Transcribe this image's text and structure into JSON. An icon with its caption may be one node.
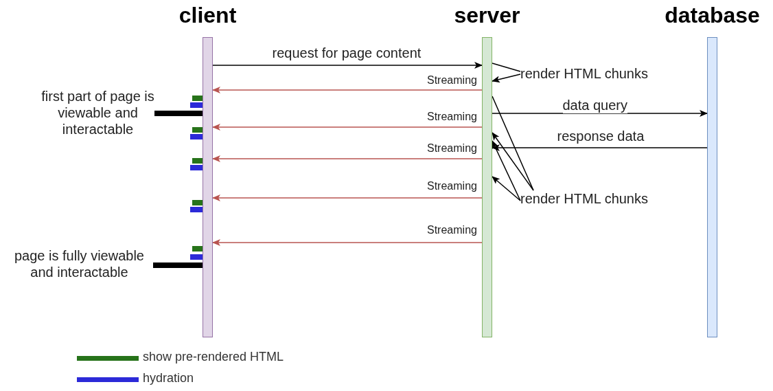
{
  "diagram": {
    "nodes": [
      {
        "text": [
          "client"
        ]
      },
      {
        "text": [
          "server"
        ]
      },
      {
        "text": [
          "database"
        ]
      },
      {
        "text": [
          "render HTML chunks"
        ]
      },
      {
        "text": [
          "render HTML chunks"
        ]
      },
      {
        "text": [
          "first part of page is viewable and interactable"
        ]
      },
      {
        "text": [
          "page is fully viewable and interactable"
        ]
      }
    ],
    "edges": [
      {
        "from": 0,
        "to": 1,
        "arrow": "to",
        "label": "request for page content"
      },
      {
        "from": 1,
        "to": 0,
        "arrow": "to",
        "label": "Streaming",
        "color": "#b85450"
      },
      {
        "from": 1,
        "to": 3,
        "arrow": "none"
      },
      {
        "from": 3,
        "to": 1,
        "arrow": "to"
      },
      {
        "from": 1,
        "to": 2,
        "arrow": "to",
        "label": "data query"
      },
      {
        "from": 1,
        "to": 0,
        "arrow": "to",
        "label": "Streaming",
        "color": "#b85450"
      },
      {
        "from": 2,
        "to": 1,
        "arrow": "to",
        "label": "response data"
      },
      {
        "from": 1,
        "to": 0,
        "arrow": "to",
        "label": "Streaming",
        "color": "#b85450"
      },
      {
        "from": 1,
        "to": 4,
        "arrow": "none"
      },
      {
        "from": 4,
        "to": 1,
        "arrow": "to"
      },
      {
        "from": 4,
        "to": 1,
        "arrow": "to"
      },
      {
        "from": 4,
        "to": 1,
        "arrow": "to"
      },
      {
        "from": 1,
        "to": 0,
        "arrow": "to",
        "label": "Streaming",
        "color": "#b85450"
      },
      {
        "from": 1,
        "to": 0,
        "arrow": "to",
        "label": "Streaming",
        "color": "#b85450"
      },
      {
        "from": 5,
        "to": 0,
        "arrow": "none",
        "style": "thick"
      },
      {
        "from": 6,
        "to": 0,
        "arrow": "none",
        "style": "thick"
      }
    ],
    "legend": [
      {
        "text": "show pre-rendered HTML",
        "color": "#27731a"
      },
      {
        "text": "hydration",
        "color": "#2c2ad8"
      }
    ]
  }
}
